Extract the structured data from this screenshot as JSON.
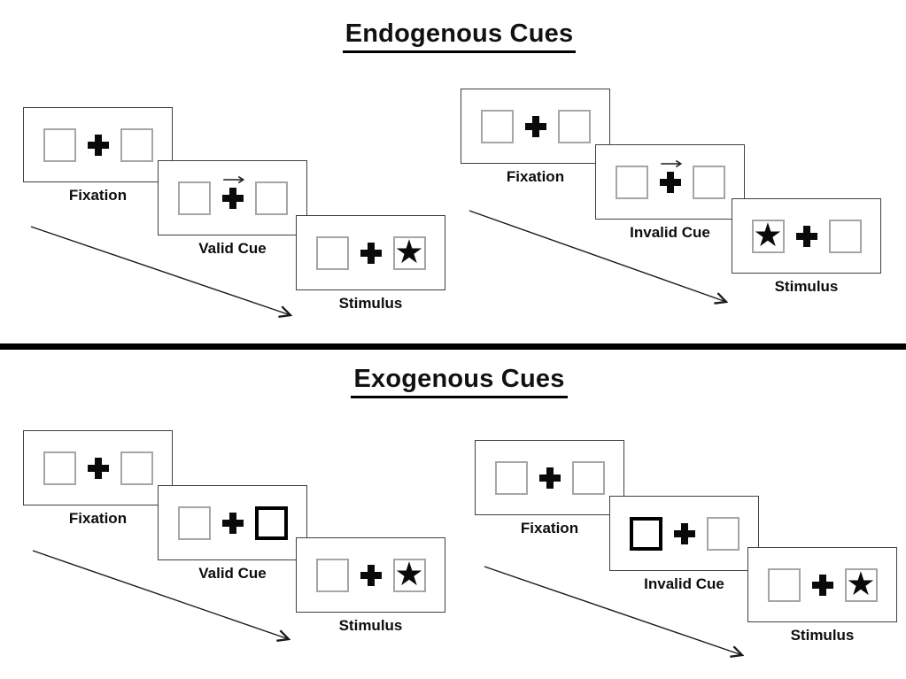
{
  "diagram": {
    "background": "#ffffff",
    "divider_color": "#000000",
    "panel_border_color": "#404040",
    "placeholder_box_border_color": "#a6a6a6",
    "cue_highlight_border_color": "#000000",
    "ink_color": "#0a0a0a"
  },
  "glyphs": {
    "star": "★",
    "fixation_cross": "+",
    "cue_arrow_direction": "right"
  },
  "sections": [
    {
      "title": "Endogenous Cues",
      "groups": [
        {
          "name": "valid-trial",
          "panels": [
            {
              "label": "Fixation"
            },
            {
              "label": "Valid Cue",
              "cue": "arrow-right"
            },
            {
              "label": "Stimulus",
              "star_side": "right"
            }
          ]
        },
        {
          "name": "invalid-trial",
          "panels": [
            {
              "label": "Fixation"
            },
            {
              "label": "Invalid Cue",
              "cue": "arrow-right"
            },
            {
              "label": "Stimulus",
              "star_side": "left"
            }
          ]
        }
      ]
    },
    {
      "title": "Exogenous Cues",
      "groups": [
        {
          "name": "valid-trial",
          "panels": [
            {
              "label": "Fixation"
            },
            {
              "label": "Valid Cue",
              "cue": "highlight-right"
            },
            {
              "label": "Stimulus",
              "star_side": "right"
            }
          ]
        },
        {
          "name": "invalid-trial",
          "panels": [
            {
              "label": "Fixation"
            },
            {
              "label": "Invalid Cue",
              "cue": "highlight-left"
            },
            {
              "label": "Stimulus",
              "star_side": "right"
            }
          ]
        }
      ]
    }
  ]
}
